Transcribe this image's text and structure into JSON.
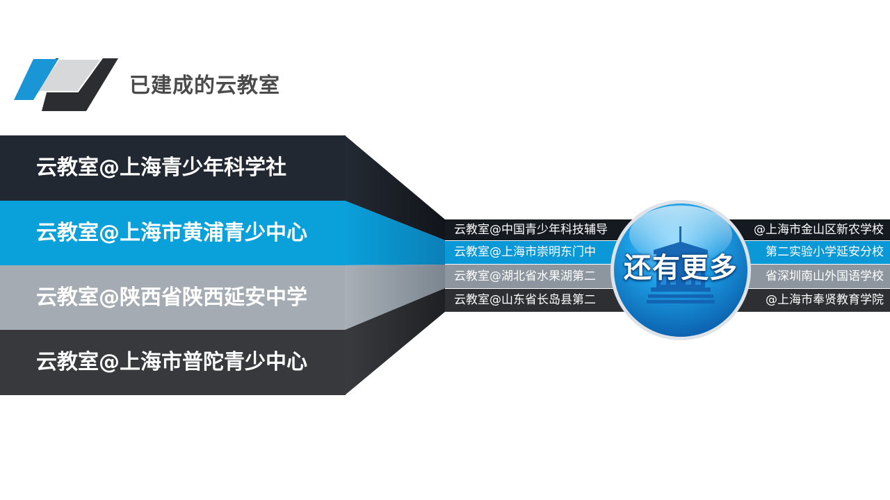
{
  "title": "已建成的云教室",
  "rows": [
    {
      "label": "云教室@上海青少年科学社"
    },
    {
      "label": "云教室@上海市黄浦青少中心"
    },
    {
      "label": "云教室@陕西省陕西延安中学"
    },
    {
      "label": "云教室@上海市普陀青少中心"
    }
  ],
  "strips": [
    {
      "left": "云教室@中国青少年科技辅导",
      "right": "@上海市金山区新农学校"
    },
    {
      "left": "云教室@上海市崇明东门中",
      "right": "第二实验小学延安分校"
    },
    {
      "left": "云教室@湖北省水果湖第二",
      "right": "省深圳南山外国语学校"
    },
    {
      "left": "云教室@山东省长岛县第二",
      "right": "@上海市奉贤教育学院"
    }
  ],
  "more_label": "还有更多",
  "colors": {
    "row1": "#222831",
    "row2": "#0aa0d9",
    "row3": "#a4abb2",
    "row4": "#38393d",
    "accent_blue": "#1a9be0",
    "title_gray": "#4a4a4a"
  },
  "icons": {
    "logo": "parallelogram-stripes-icon",
    "badge": "building-icon"
  }
}
